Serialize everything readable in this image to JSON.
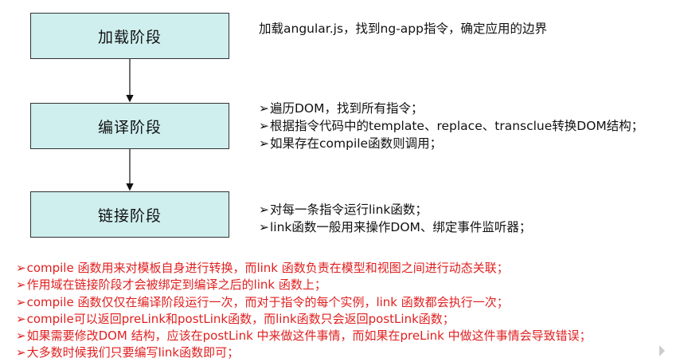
{
  "stages": [
    {
      "label": "加载阶段"
    },
    {
      "label": "编译阶段"
    },
    {
      "label": "链接阶段"
    }
  ],
  "descriptions": {
    "load": "加载angular.js，找到ng-app指令，确定应用的边界",
    "compile": [
      "遍历DOM，找到所有指令；",
      "根据指令代码中的template、replace、transclue转换DOM结构；",
      "如果存在compile函数则调用；"
    ],
    "link": [
      "对每一条指令运行link函数；",
      "link函数一般用来操作DOM、绑定事件监听器；"
    ]
  },
  "notes": [
    "compile 函数用来对模板自身进行转换，而link 函数负责在模型和视图之间进行动态关联；",
    "作用域在链接阶段才会被绑定到编译之后的link 函数上；",
    "compile 函数仅仅在编译阶段运行一次，而对于指令的每个实例，link 函数都会执行一次；",
    "compile可以返回preLink和postLink函数，而link函数只会返回postLink函数；",
    "如果需要修改DOM 结构，应该在postLink 中来做这件事情，而如果在preLink 中做这件事情会导致错误；",
    "大多数时候我们只要编写link函数即可；"
  ],
  "colors": {
    "box_fill": "#cfeeee",
    "note_text": "#e02020"
  }
}
